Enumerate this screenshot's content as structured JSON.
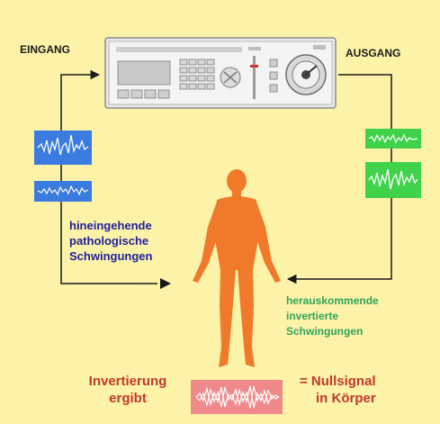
{
  "labels": {
    "input": "EINGANG",
    "output": "AUSGANG",
    "pathological": [
      "hineingehende",
      "pathologische",
      "Schwingungen"
    ],
    "inverted": [
      "herauskommende",
      "invertierte",
      "Schwingungen"
    ],
    "result_left": [
      "Invertierung",
      "ergibt"
    ],
    "result_right": [
      "= Nullsignal",
      "in Körper"
    ]
  },
  "colors": {
    "background": "#fdf3a8",
    "input_wave_box": "#3a7be0",
    "output_wave_box": "#3fd24a",
    "result_wave_box": "#f08a8a",
    "human_figure": "#f07a2a",
    "arrows": "#1a1a1a"
  },
  "icons": {
    "device": "signal-processing-device-icon",
    "person": "human-body-icon"
  }
}
